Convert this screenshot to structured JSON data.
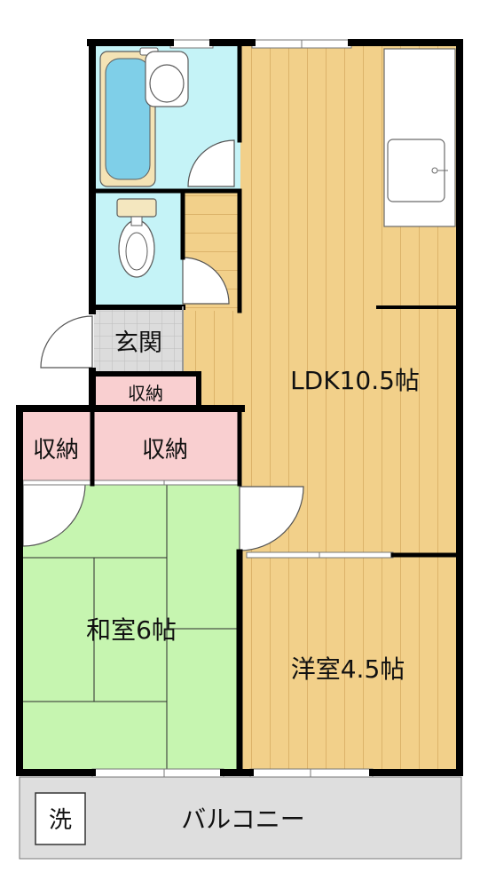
{
  "rooms": {
    "entrance": "玄関",
    "storage_small": "収納",
    "storage_left": "収納",
    "storage_right": "収納",
    "ldk": "LDK10.5帖",
    "japanese_room": "和室6帖",
    "western_room": "洋室4.5帖",
    "balcony": "バルコニー",
    "washer": "洗"
  },
  "colors": {
    "wood_floor": "#f2d08a",
    "wood_grain": "#d9b065",
    "tatami": "#c6f5b0",
    "wet_area": "#c5f3f7",
    "storage": "#f9cfd0",
    "entrance_tile": "#dcdcdc",
    "balcony": "#dedede",
    "wall": "#000000"
  }
}
